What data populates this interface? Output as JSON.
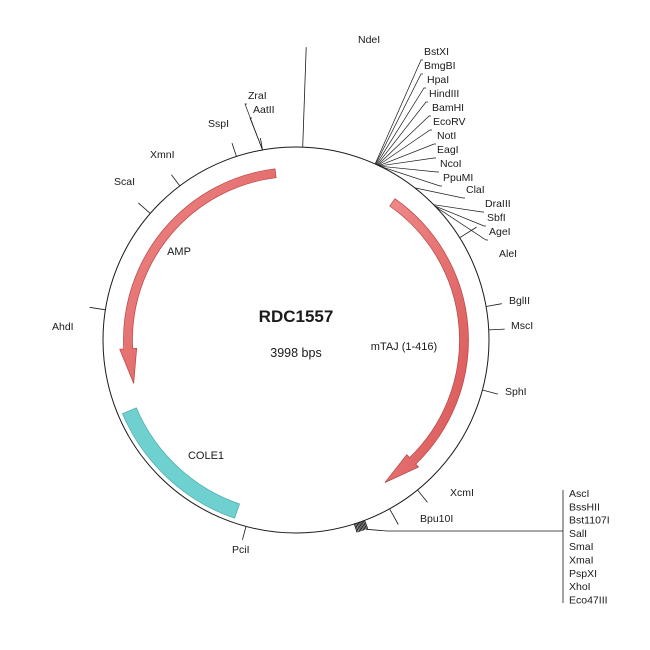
{
  "plasmid": {
    "name": "RDC1557",
    "size_label": "3998 bps",
    "total_bp": 3998
  },
  "features": [
    {
      "label": "AMP",
      "type": "arrow",
      "color": "#e26b6b",
      "start_deg": 353,
      "end_deg": 255
    },
    {
      "label": "mTAJ (1-416)",
      "type": "arrow",
      "color": "#e26b6b",
      "start_deg": 35,
      "end_deg": 148
    },
    {
      "label": "COLE1",
      "type": "block",
      "color": "#6fd0d0",
      "start_deg": 199,
      "end_deg": 247
    }
  ],
  "sites": [
    {
      "label": "NdeI"
    },
    {
      "label": "BstXI"
    },
    {
      "label": "BmgBI"
    },
    {
      "label": "HpaI"
    },
    {
      "label": "HindIII"
    },
    {
      "label": "BamHI"
    },
    {
      "label": "EcoRV"
    },
    {
      "label": "NotI"
    },
    {
      "label": "EagI"
    },
    {
      "label": "NcoI"
    },
    {
      "label": "PpuMI"
    },
    {
      "label": "ClaI"
    },
    {
      "label": "DraIII"
    },
    {
      "label": "SbfI"
    },
    {
      "label": "AgeI"
    },
    {
      "label": "AleI"
    },
    {
      "label": "BglII"
    },
    {
      "label": "MscI"
    },
    {
      "label": "SphI"
    },
    {
      "label": "XcmI"
    },
    {
      "label": "Bpu10I"
    },
    {
      "label": "AscI"
    },
    {
      "label": "BssHII"
    },
    {
      "label": "Bst1107I"
    },
    {
      "label": "SalI"
    },
    {
      "label": "SmaI"
    },
    {
      "label": "XmaI"
    },
    {
      "label": "PspXI"
    },
    {
      "label": "XhoI"
    },
    {
      "label": "Eco47III"
    },
    {
      "label": "PciI"
    },
    {
      "label": "AhdI"
    },
    {
      "label": "ScaI"
    },
    {
      "label": "XmnI"
    },
    {
      "label": "SspI"
    },
    {
      "label": "ZraI"
    },
    {
      "label": "AatII"
    }
  ]
}
